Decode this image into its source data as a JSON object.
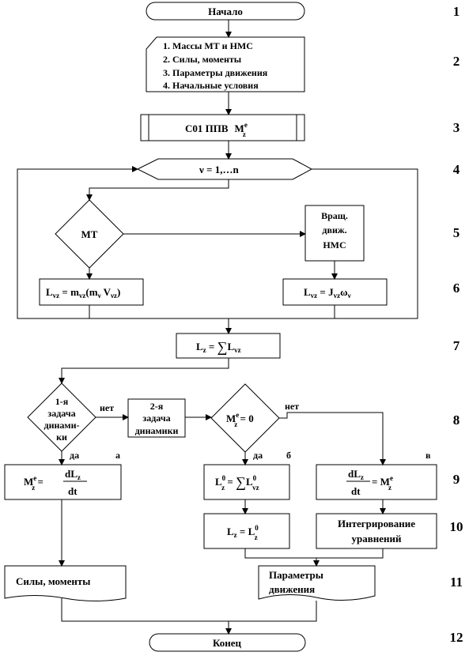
{
  "start_label": "Начало",
  "end_label": "Конец",
  "input_lines": [
    "1. Массы МТ и НМС",
    "2. Силы, моменты",
    "3. Параметры движения",
    "4. Начальные условия"
  ],
  "subroutine_label": "С01 ППВ",
  "subroutine_sym": "M",
  "subroutine_sup": "e",
  "subroutine_sub": "z",
  "loop": {
    "var": "ν = 1,",
    "dots": "…",
    "end": "n"
  },
  "decision_mt": "МТ",
  "rot_box": [
    "Вращ.",
    "движ.",
    "НМС"
  ],
  "lvz_left": {
    "L": "L",
    "vz": "vz",
    "eq": " = m",
    "vz2": "vz",
    "rest": "(m",
    "nu": "ν",
    "V": "V",
    "vz3": "νz",
    "close": ")"
  },
  "lvz_right": {
    "L": "L",
    "vz": "vz",
    "eq": " = J",
    "vz2": "vz",
    "omega": "ω",
    "nu": "ν"
  },
  "lz_sum": {
    "L": "L",
    "z": "z",
    "eq": " = ",
    "sum": "∑",
    "L2": "L",
    "vz": "vz"
  },
  "decision_task1": [
    "1-я",
    "задача",
    "динами-",
    "ки"
  ],
  "task2_box": [
    "2-я",
    "задача",
    "динамики"
  ],
  "decision_mez": {
    "M": "M",
    "sup": "e",
    "sub": "z",
    "eq": " = 0"
  },
  "labels": {
    "no1": "нет",
    "no2": "нет",
    "yes1": "да",
    "yes2": "да",
    "a": "а",
    "b": "б",
    "v": "в"
  },
  "box_a": {
    "M": "M",
    "sup": "e",
    "sub": "z",
    "eq": " = ",
    "num": "dL",
    "numsub": "z",
    "den": "dt"
  },
  "box_b": {
    "L": "L",
    "sup": "0",
    "sub": "z",
    "eq": " = ",
    "sum": "∑",
    "L2": "L",
    "sup2": "0",
    "sub2": "vz"
  },
  "box_v": {
    "num": "dL",
    "numsub": "z",
    "den": "dt",
    "eq": " = M",
    "sup": "e",
    "sub": "z"
  },
  "box_lz0": {
    "L": "L",
    "sub": "z",
    "eq": " = L",
    "sup": "0",
    "sub2": "z"
  },
  "integ_box": [
    "Интегрирование",
    "уравнений"
  ],
  "doc_forces": "Силы,  моменты",
  "doc_params": [
    "Параметры",
    "движения"
  ],
  "row_numbers": [
    "1",
    "2",
    "3",
    "4",
    "5",
    "6",
    "7",
    "8",
    "9",
    "10",
    "11",
    "12"
  ]
}
